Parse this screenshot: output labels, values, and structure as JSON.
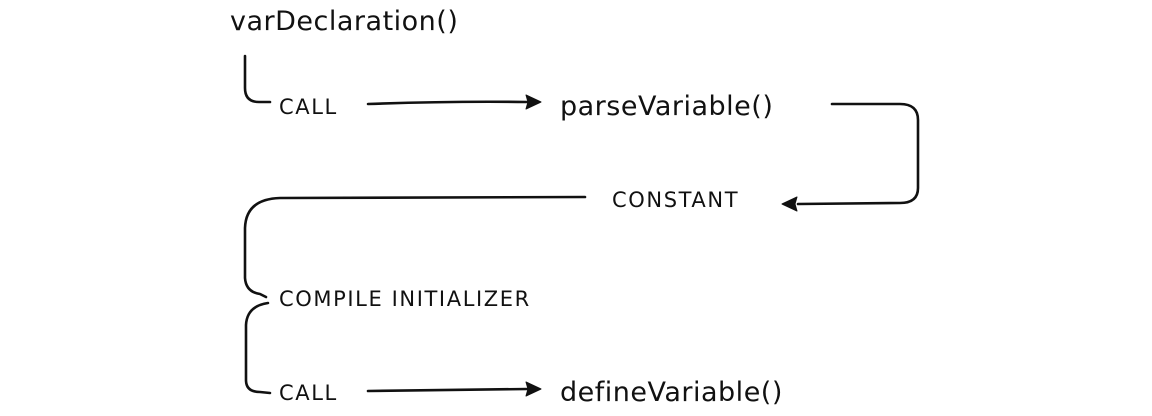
{
  "diagram": {
    "functions": {
      "var_declaration": "varDeclaration()",
      "parse_variable": "parseVariable()",
      "define_variable": "defineVariable()"
    },
    "steps": {
      "call_parse": "CALL",
      "constant": "CONSTANT",
      "compile_initializer": "COMPILE INITIALIZER",
      "call_define": "CALL"
    }
  }
}
